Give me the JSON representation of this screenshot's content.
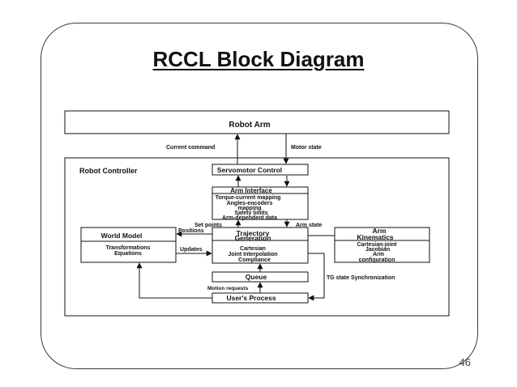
{
  "title": "RCCL Block Diagram",
  "page_number": "46",
  "blocks": {
    "robot_arm": "Robot Arm",
    "robot_controller": "Robot Controller",
    "servomotor_control": "Servomotor Control",
    "arm_interface": {
      "title": "Arm Interface",
      "lines": [
        "Torque-current mapping",
        "Angles-encoders",
        "mapping",
        "Safety limits",
        "Arm-dependent data"
      ]
    },
    "trajectory_generation": {
      "title_lines": [
        "Trajectory",
        "Generation"
      ],
      "lines": [
        "Cartesian",
        "Joint Interpolation",
        "Compliance"
      ]
    },
    "world_model": {
      "title": "World Model",
      "lines": [
        "Transformations",
        "Equations"
      ]
    },
    "arm_kinematics": {
      "title_lines": [
        "Arm",
        "Kinematics"
      ],
      "lines": [
        "Cartesian-joint",
        "Jacobian",
        "Arm",
        "configuration"
      ]
    },
    "queue": "Queue",
    "users_process": "User's Process"
  },
  "labels": {
    "current_command": "Current command",
    "motor_state": "Motor state",
    "set_points": "Set points",
    "arm_state": "Arm state",
    "positions": "Positions",
    "updates": "Updates",
    "motion_requests": "Motion requests",
    "tg_state_sync": "TG state Synchronization"
  }
}
